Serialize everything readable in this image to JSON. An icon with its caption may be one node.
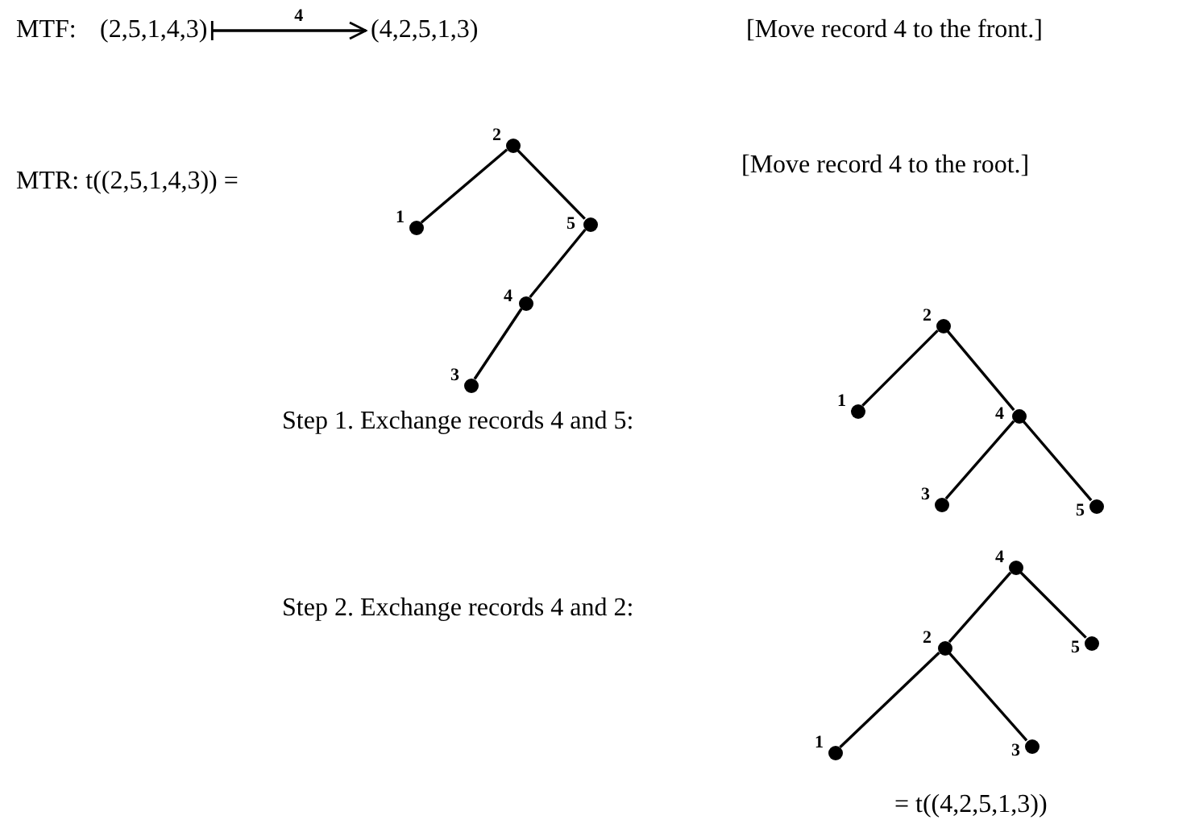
{
  "diagram": {
    "nodes": [
      {
        "text": [
          "(2,5,1,4,3)"
        ]
      },
      {
        "text": [
          "(4,2,5,1,3)"
        ]
      },
      {
        "text": [
          "2"
        ]
      },
      {
        "text": [
          "1"
        ]
      },
      {
        "text": [
          "5"
        ]
      },
      {
        "text": [
          "4"
        ]
      },
      {
        "text": [
          "3"
        ]
      },
      {
        "text": [
          "2"
        ]
      },
      {
        "text": [
          "1"
        ]
      },
      {
        "text": [
          "4"
        ]
      },
      {
        "text": [
          "3"
        ]
      },
      {
        "text": [
          "5"
        ]
      },
      {
        "text": [
          "4"
        ]
      },
      {
        "text": [
          "2"
        ]
      },
      {
        "text": [
          "5"
        ]
      },
      {
        "text": [
          "1"
        ]
      },
      {
        "text": [
          "3"
        ]
      }
    ],
    "edges": [
      {
        "from": 0,
        "to": 1,
        "arrow": "to",
        "label": "4"
      },
      {
        "from": 2,
        "to": 3,
        "arrow": "none"
      },
      {
        "from": 2,
        "to": 4,
        "arrow": "none"
      },
      {
        "from": 4,
        "to": 5,
        "arrow": "none"
      },
      {
        "from": 5,
        "to": 6,
        "arrow": "none"
      },
      {
        "from": 7,
        "to": 8,
        "arrow": "none"
      },
      {
        "from": 7,
        "to": 9,
        "arrow": "none"
      },
      {
        "from": 9,
        "to": 10,
        "arrow": "none"
      },
      {
        "from": 9,
        "to": 11,
        "arrow": "none"
      },
      {
        "from": 12,
        "to": 13,
        "arrow": "none"
      },
      {
        "from": 12,
        "to": 14,
        "arrow": "none"
      },
      {
        "from": 13,
        "to": 15,
        "arrow": "none"
      },
      {
        "from": 13,
        "to": 16,
        "arrow": "none"
      }
    ],
    "labels": [
      "MTF:",
      "[Move record 4 to the front.]",
      "MTR: t((2,5,1,4,3)) =",
      "[Move record 4 to the root.]",
      "Step 1. Exchange records 4 and 5:",
      "Step 2. Exchange records 4 and 2:",
      "= t((4,2,5,1,3))"
    ]
  }
}
